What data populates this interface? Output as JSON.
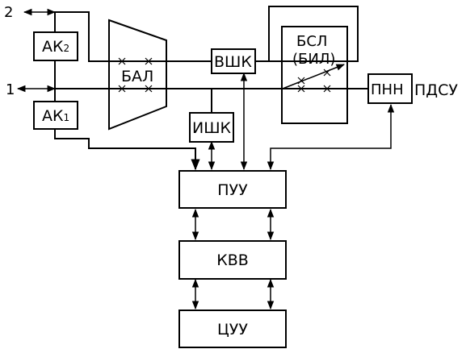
{
  "ports": {
    "port_2": "2",
    "port_1": "1"
  },
  "blocks": {
    "ak2": {
      "main": "АК",
      "sub": "2"
    },
    "ak1": {
      "main": "АК",
      "sub": "1"
    },
    "bal": "БАЛ",
    "vshk": "ВШК",
    "ishk": "ИШК",
    "bsl_line1": "БСЛ",
    "bsl_line2": "(БИЛ)",
    "pnn": "ПНН",
    "puu": "ПУУ",
    "kvv": "КВВ",
    "tsuu": "ЦУУ"
  },
  "output_label": "ПДСУ"
}
